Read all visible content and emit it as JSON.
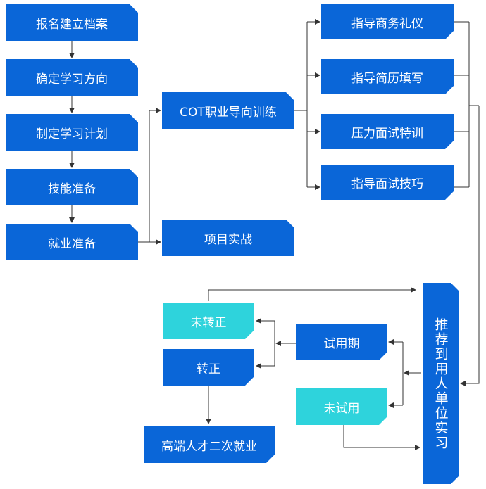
{
  "left_steps": [
    "报名建立档案",
    "确定学习方向",
    "制定学习计划",
    "技能准备",
    "就业准备"
  ],
  "middle": {
    "cot": "COT职业导向训练",
    "project": "项目实战"
  },
  "right_steps": [
    "指导商务礼仪",
    "指导简历填写",
    "压力面试特训",
    "指导面试技巧"
  ],
  "recommend": "推荐到用人单位实习",
  "trial": {
    "in_trial": "试用期",
    "no_trial": "未试用"
  },
  "result": {
    "not_regular": "未转正",
    "regular": "转正",
    "employment": "高端人才二次就业"
  },
  "colors": {
    "primary": "#0a66d8",
    "cyan": "#2ed3dc",
    "line": "#333333"
  }
}
